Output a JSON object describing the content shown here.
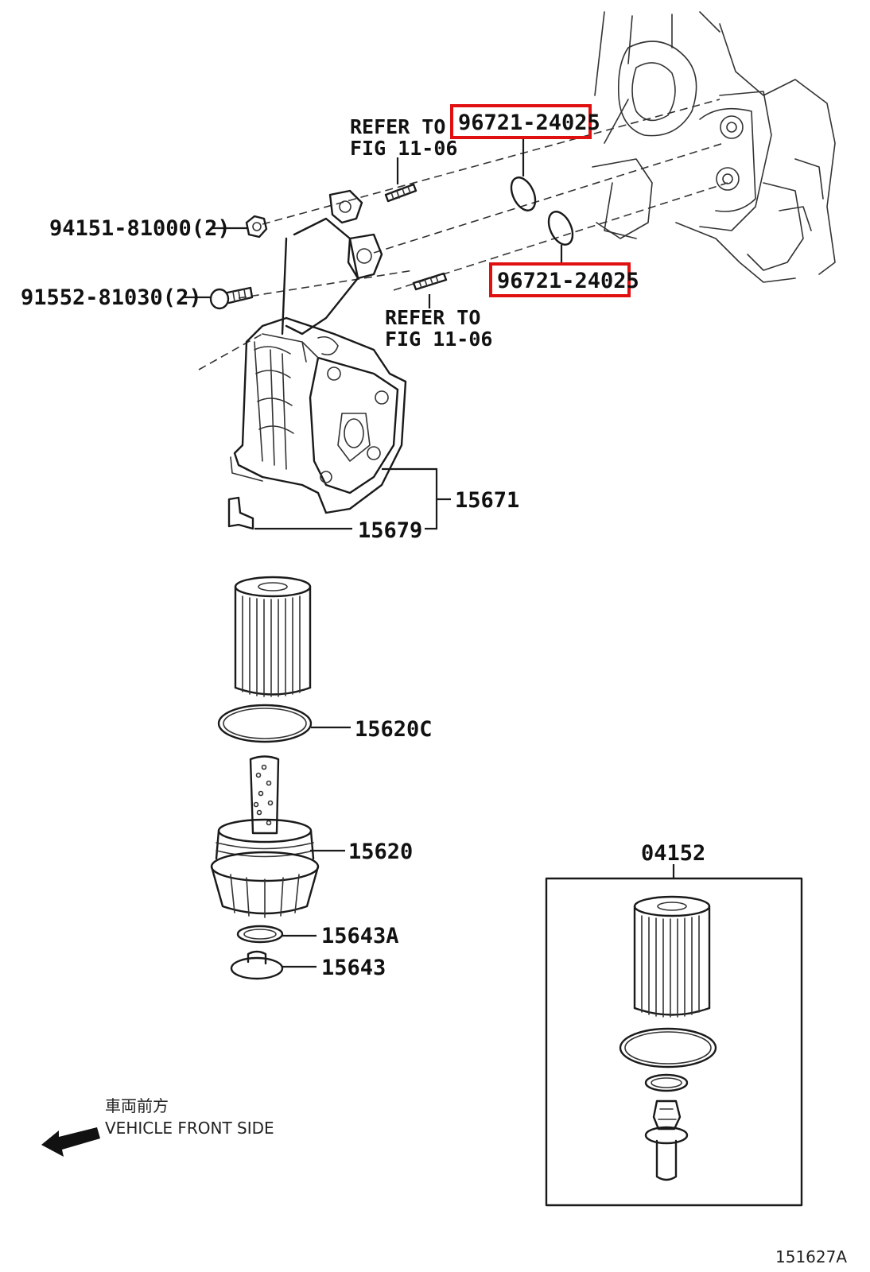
{
  "labels": {
    "refer_top_line1": "REFER TO",
    "refer_top_line2": "FIG 11-06",
    "refer_mid_line1": "REFER TO",
    "refer_mid_line2": "FIG 11-06",
    "oring_upper": "96721-24025",
    "oring_lower": "96721-24025",
    "nut": "94151-81000(2)",
    "bolt": "91552-81030(2)",
    "housing": "15671",
    "clip": "15679",
    "gasket": "15620C",
    "cap": "15620",
    "drain_gasket": "15643A",
    "drain_plug": "15643",
    "filter_kit": "04152",
    "direction_jp": "車両前方",
    "direction_en": "VEHICLE FRONT SIDE",
    "figure_id": "151627A"
  },
  "colors": {
    "highlight": "#e01010",
    "ink": "#1a1a1a"
  },
  "icons": {
    "direction_arrow": "arrow-left-icon"
  }
}
